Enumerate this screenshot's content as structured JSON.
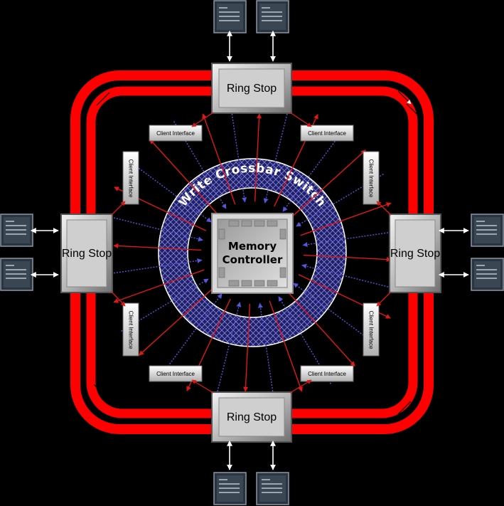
{
  "diagram": {
    "crossbar_label": "Write Crossbar Switch",
    "memory_controller_label": "Memory Controller",
    "ring_stop_label": "Ring Stop",
    "client_interface_label": "Client Interface",
    "ring_stops": [
      {
        "id": "top",
        "label": "Ring Stop"
      },
      {
        "id": "left",
        "label": "Ring Stop"
      },
      {
        "id": "right",
        "label": "Ring Stop"
      },
      {
        "id": "bottom",
        "label": "Ring Stop"
      }
    ],
    "client_interfaces": [
      {
        "id": "top-left",
        "label": "Client Interface"
      },
      {
        "id": "top-right",
        "label": "Client Interface"
      },
      {
        "id": "left-upper",
        "label": "Client Interface"
      },
      {
        "id": "left-lower",
        "label": "Client Interface"
      },
      {
        "id": "right-upper",
        "label": "Client Interface"
      },
      {
        "id": "right-lower",
        "label": "Client Interface"
      },
      {
        "id": "bottom-left",
        "label": "Client Interface"
      },
      {
        "id": "bottom-right",
        "label": "Client Interface"
      }
    ],
    "colors": {
      "ring": "#ff0000",
      "crossbar": "#1a1a5a",
      "read_arrow": "#e01818",
      "write_arrow": "#4444cc",
      "background": "#000000",
      "link_arrow": "#ffffff"
    }
  }
}
